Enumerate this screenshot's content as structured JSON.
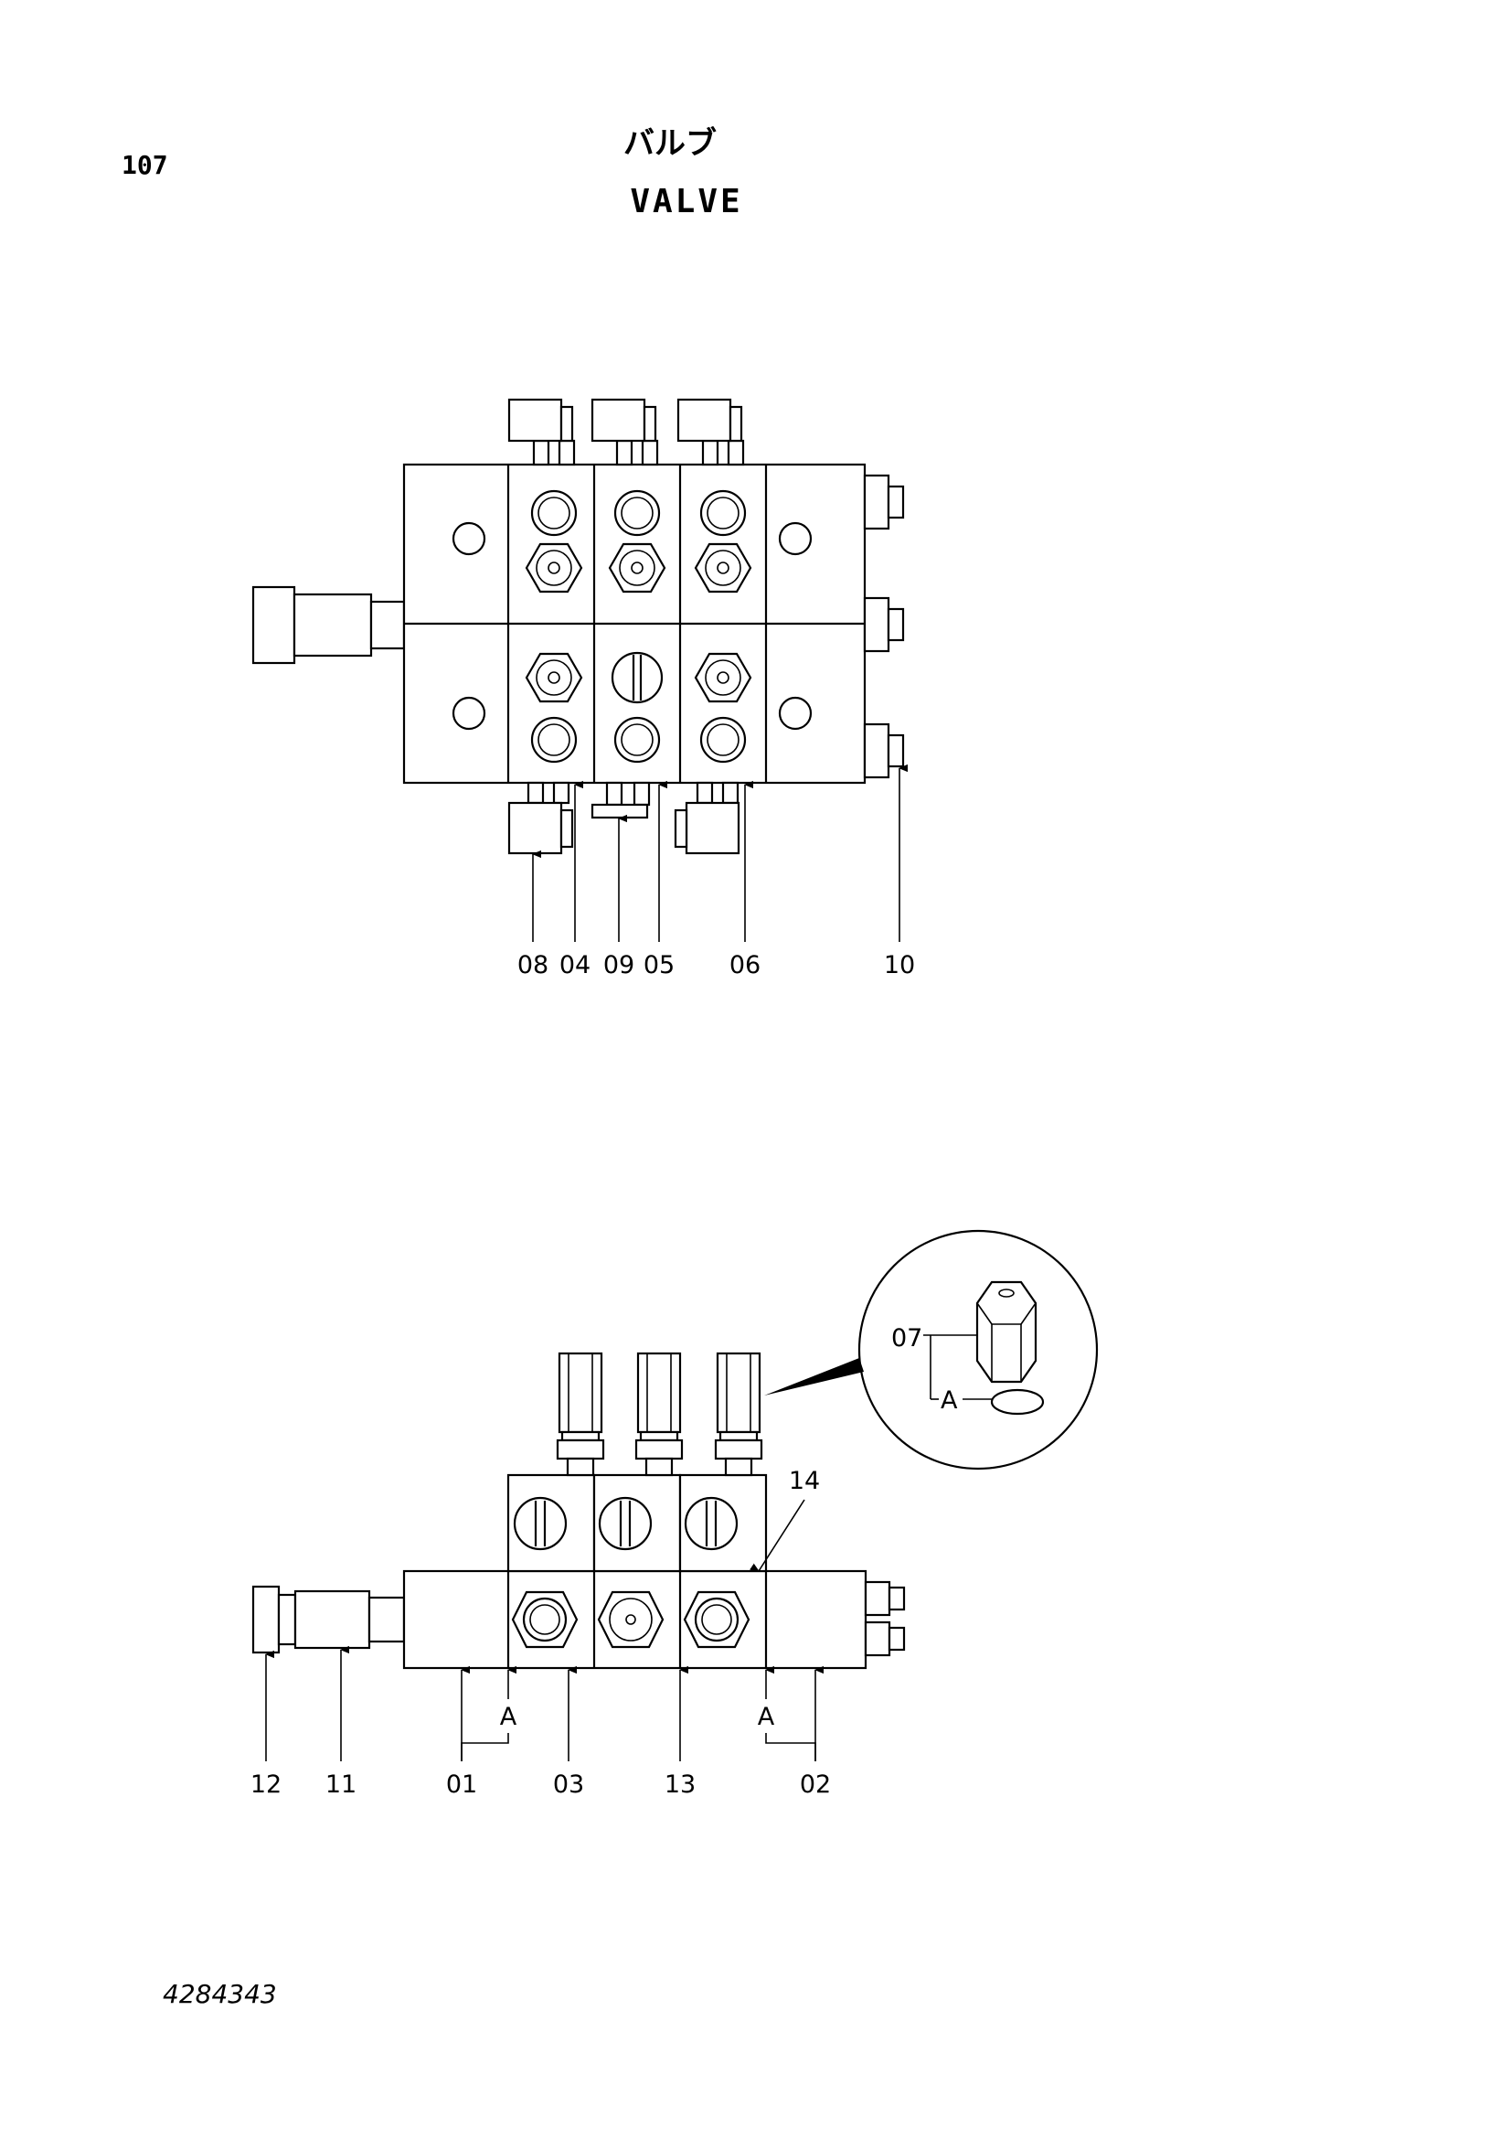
{
  "header": {
    "page_number": "107",
    "title_jp": "バルブ",
    "title_en": "VALVE"
  },
  "top_view_callouts": [
    "08",
    "04",
    "09",
    "05",
    "06",
    "10"
  ],
  "side_view_callouts": [
    "12",
    "11",
    "01",
    "A",
    "03",
    "13",
    "A",
    "02",
    "14"
  ],
  "detail_callouts": [
    "07",
    "A"
  ],
  "footer": {
    "drawing_number": "4284343"
  }
}
